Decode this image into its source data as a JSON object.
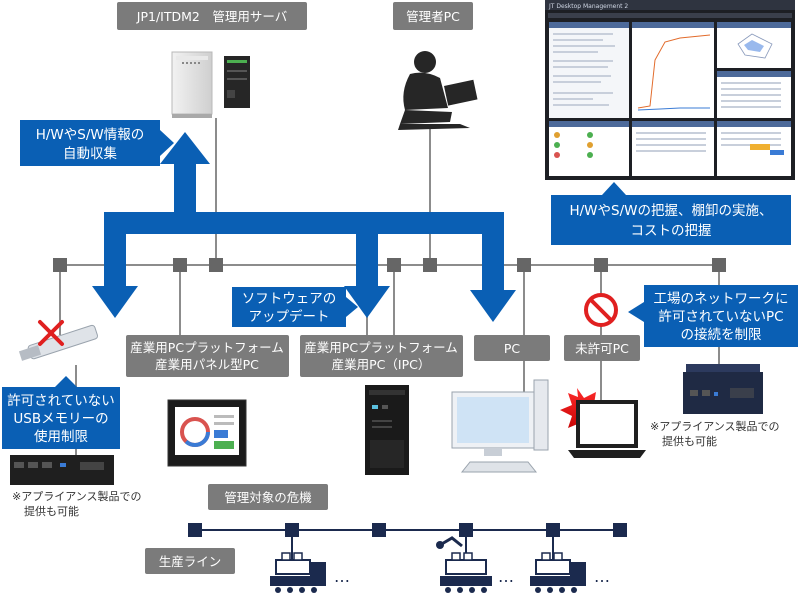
{
  "labels": {
    "server_title": "JP1/ITDM2　管理用サーバ",
    "admin_pc": "管理者PC",
    "auto_collect_1": "H/WやS/W情報の",
    "auto_collect_2": "自動収集",
    "grasp_1": "H/WやS/Wの把握、棚卸の実施、",
    "grasp_2": "コストの把握",
    "software_update_1": "ソフトウェアの",
    "software_update_2": "アップデート",
    "panel_pc_1": "産業用PCプラットフォーム",
    "panel_pc_2": "産業用パネル型PC",
    "ipc_1": "産業用PCプラットフォーム",
    "ipc_2": "産業用PC（IPC）",
    "pc": "PC",
    "unauthorized_pc": "未許可PC",
    "factory_net_1": "工場のネットワークに",
    "factory_net_2": "許可されていないPC",
    "factory_net_3": "の接続を制限",
    "usb_1": "許可されていない",
    "usb_2": "USBメモリーの",
    "usb_3": "使用制限",
    "appliance_note_left_1": "※アプライアンス製品での",
    "appliance_note_left_2": "提供も可能",
    "appliance_note_right_1": "※アプライアンス製品での",
    "appliance_note_right_2": "提供も可能",
    "crisis": "管理対象の危機",
    "production_line": "生産ライン",
    "ellipsis_1": "…",
    "ellipsis_2": "…",
    "ellipsis_3": "…",
    "screenshot_title": "JT Desktop Management 2"
  },
  "colors": {
    "label_bg": "#7b7b7b",
    "accent_blue": "#0a5fb4",
    "network_line": "#8c8c8c",
    "node": "#666666",
    "navy": "#1b2a4e"
  }
}
